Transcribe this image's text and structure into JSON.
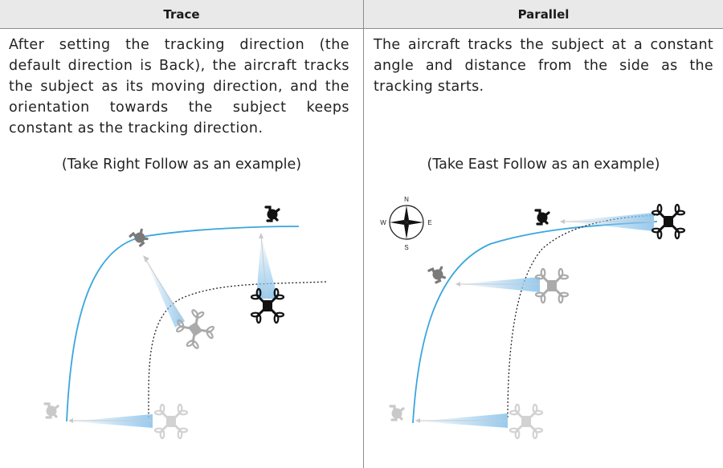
{
  "columns": [
    {
      "header": "Trace",
      "description": "After setting the tracking direction (the default direction is Back), the aircraft tracks the subject as its moving direction, and the orientation towards the subject keeps constant as the tracking direction.",
      "caption": "(Take Right Follow as an example)"
    },
    {
      "header": "Parallel",
      "description": "The aircraft tracks the subject at a constant angle and distance from the side as the tracking starts.",
      "caption": "(Take East Follow as an example)"
    }
  ],
  "compass": {
    "n": "N",
    "s": "S",
    "e": "E",
    "w": "W"
  },
  "colors": {
    "subject_path": "#3aa6dd",
    "aircraft_path": "#222222",
    "beam": "#9fcdee",
    "header_bg": "#e9e9e9",
    "border": "#8c8c8c"
  }
}
